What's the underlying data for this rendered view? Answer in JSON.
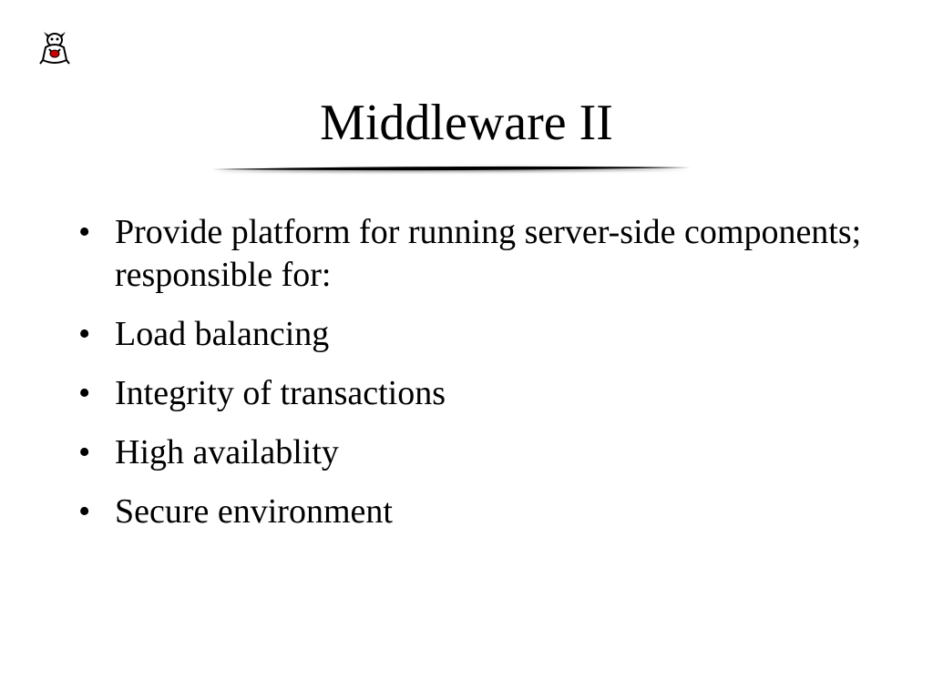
{
  "slide": {
    "title": "Middleware II",
    "bullet_glyph": "•",
    "bullets": [
      "Provide platform for running server-side components; responsible for:",
      "Load balancing",
      "Integrity of transactions",
      "High availablity",
      "Secure environment"
    ]
  },
  "logo": {
    "icon": "mascot-logo-icon",
    "accent_color": "#cc0000"
  }
}
